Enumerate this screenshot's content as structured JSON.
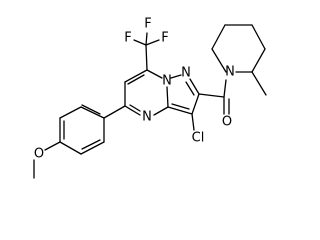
{
  "molecule": {
    "atoms": {
      "f_left": "F",
      "f_top": "F",
      "f_right": "F",
      "n_bridge": "N",
      "n_pyrazole": "N",
      "n_pyrimidine": "N",
      "n_piperidine": "N",
      "cl": "Cl",
      "o_carbonyl": "O",
      "o_ether": "O"
    }
  }
}
